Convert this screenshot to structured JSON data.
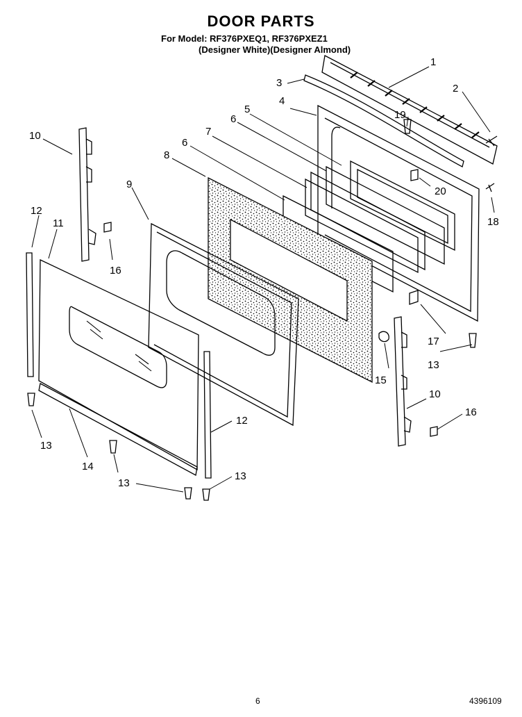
{
  "header": {
    "title": "DOOR PARTS",
    "model_line": "For Model: RF376PXEQ1, RF376PXEZ1",
    "color_line": "(Designer White)(Designer Almond)"
  },
  "callouts": {
    "c1": "1",
    "c2": "2",
    "c3": "3",
    "c4": "4",
    "c5": "5",
    "c6a": "6",
    "c6b": "6",
    "c7": "7",
    "c8": "8",
    "c9": "9",
    "c10a": "10",
    "c10b": "10",
    "c11": "11",
    "c12a": "12",
    "c12b": "12",
    "c13a": "13",
    "c13b": "13",
    "c13c": "13",
    "c13d": "13",
    "c14": "14",
    "c15": "15",
    "c16a": "16",
    "c16b": "16",
    "c17": "17",
    "c18": "18",
    "c19": "19",
    "c20": "20"
  },
  "footer": {
    "page_number": "6",
    "document_number": "4396109"
  }
}
